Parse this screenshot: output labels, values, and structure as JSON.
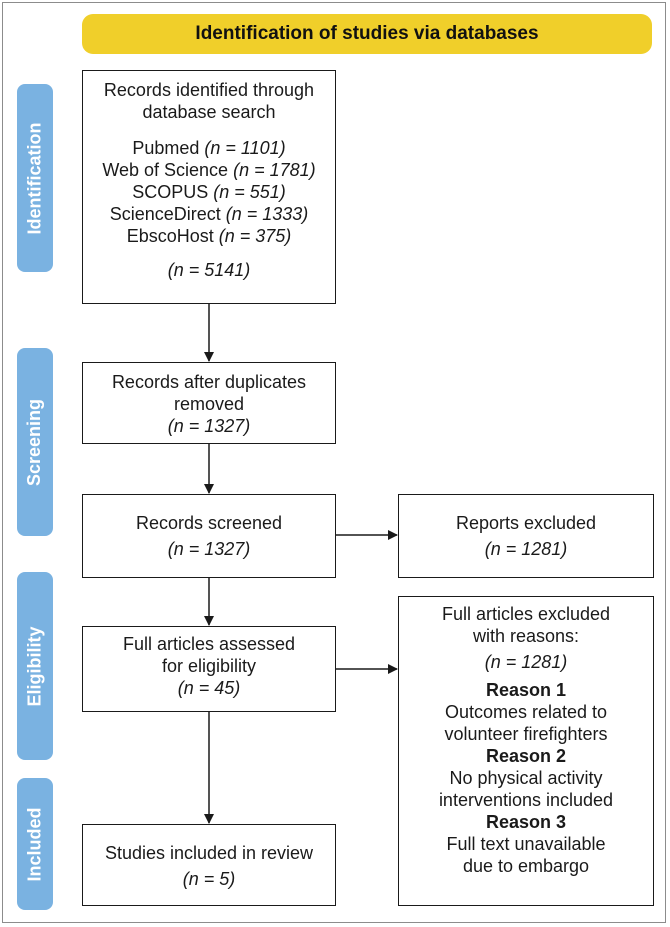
{
  "header": {
    "title": "Identification of studies via databases"
  },
  "phases": {
    "identification": "Identification",
    "screening": "Screening",
    "eligibility": "Eligibility",
    "included": "Included"
  },
  "identification_box": {
    "title_line1": "Records identified through",
    "title_line2": "database search",
    "sources": [
      {
        "name": "Pubmed",
        "n": "(n = 1101)"
      },
      {
        "name": "Web of Science",
        "n": "(n = 1781)"
      },
      {
        "name": "SCOPUS",
        "n": "(n = 551)"
      },
      {
        "name": "ScienceDirect",
        "n": "(n = 1333)"
      },
      {
        "name": "EbscoHost",
        "n": "(n = 375)"
      }
    ],
    "total": "(n = 5141)"
  },
  "duplicates_box": {
    "line1": "Records after duplicates",
    "line2": "removed",
    "n": "(n = 1327)"
  },
  "screened_box": {
    "label": "Records screened",
    "n": "(n = 1327)"
  },
  "excluded_box": {
    "label": "Reports excluded",
    "n": "(n = 1281)"
  },
  "eligibility_box": {
    "line1": "Full articles assessed",
    "line2": "for eligibility",
    "n": "(n = 45)"
  },
  "reasons_box": {
    "line1": "Full articles excluded",
    "line2": "with reasons:",
    "n": "(n = 1281)",
    "reasons": [
      {
        "title": "Reason 1",
        "line1": "Outcomes related to",
        "line2": "volunteer firefighters"
      },
      {
        "title": "Reason 2",
        "line1": "No physical activity",
        "line2": "interventions included"
      },
      {
        "title": "Reason 3",
        "line1": "Full text unavailable",
        "line2": "due to embargo"
      }
    ]
  },
  "included_box": {
    "label": "Studies included in review",
    "n": "(n = 5)"
  }
}
